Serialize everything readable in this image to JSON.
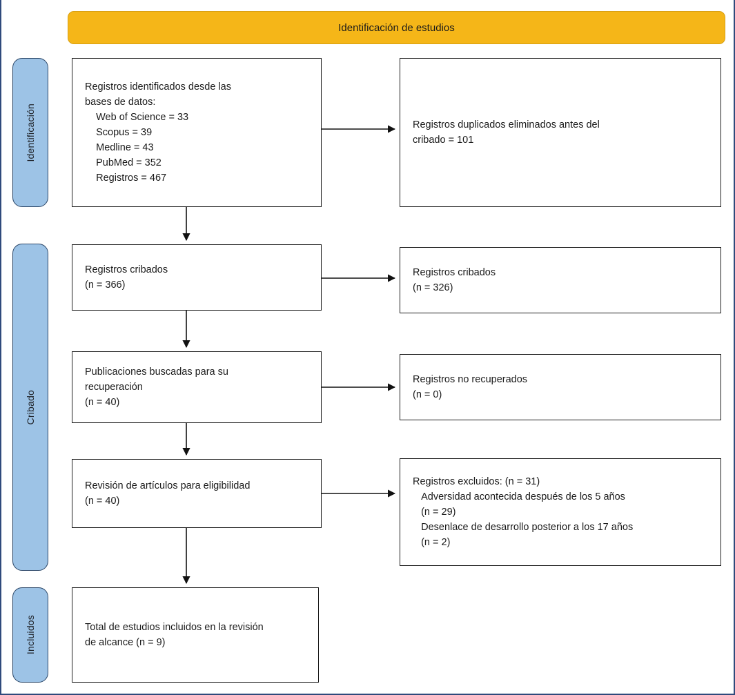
{
  "banner": {
    "title": "Identificación de estudios",
    "color": "#F5B618"
  },
  "stages": [
    {
      "key": "identificacion",
      "label": "Identificación",
      "color": "#9DC3E6"
    },
    {
      "key": "cribado",
      "label": "Cribado",
      "color": "#9DC3E6"
    },
    {
      "key": "incluidos",
      "label": "Incluidos",
      "color": "#9DC3E6"
    }
  ],
  "boxes": {
    "identified": "Registros identificados desde las\nbases de datos:\n    Web of Science = 33\n    Scopus = 39\n    Medline = 43\n    PubMed = 352\n    Registros = 467",
    "duplicates": "Registros duplicados eliminados antes del\ncribado = 101",
    "screened": "Registros cribados\n(n = 366)",
    "excluded_screened": "Registros cribados\n(n = 326)",
    "sought": "Publicaciones buscadas para su\nrecuperación\n(n = 40)",
    "not_retrieved": "Registros no recuperados\n(n = 0)",
    "eligibility": "Revisión de artículos para eligibilidad\n(n = 40)",
    "excluded_reports": "Registros excluidos: (n = 31)\n   Adversidad acontecida después de los 5 años\n   (n = 29)\n   Desenlace de desarrollo posterior a los 17 años\n   (n = 2)",
    "included": "Total de estudios incluidos en la revisión\nde alcance (n = 9)"
  },
  "counts": {
    "web_of_science": 33,
    "scopus": 39,
    "medline": 43,
    "pubmed": 352,
    "registros_total": 467,
    "duplicates_removed": 101,
    "screened": 366,
    "excluded_after_screening": 326,
    "sought_for_retrieval": 40,
    "not_retrieved": 0,
    "assessed_for_eligibility": 40,
    "excluded_reports_total": 31,
    "excluded_adversity_after_5": 29,
    "excluded_outcome_after_17": 2,
    "included_studies": 9
  }
}
